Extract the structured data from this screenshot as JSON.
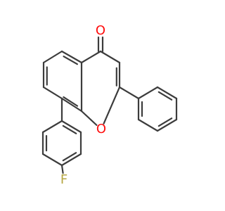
{
  "molecule": {
    "atom_labels": {
      "carbonyl_oxygen": "O",
      "ring_oxygen": "O",
      "fluorine": "F"
    },
    "colors": {
      "bond": "#3c3c3c",
      "oxygen": "#ff0d0d",
      "fluorine": "#b5a642"
    }
  }
}
